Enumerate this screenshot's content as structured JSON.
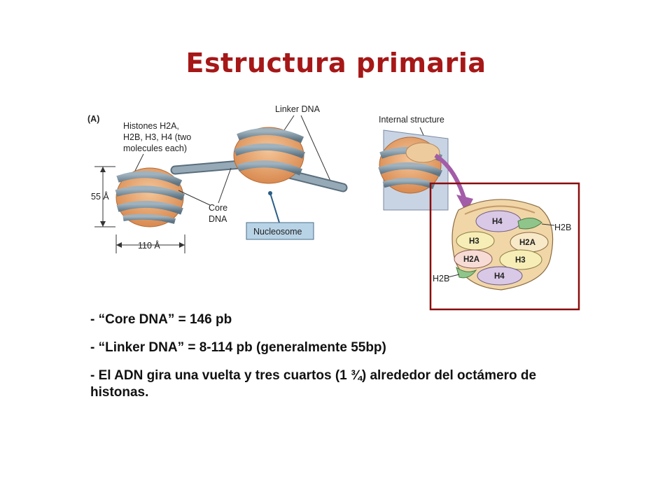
{
  "title": "Estructura primaria",
  "figure": {
    "panel_label": "(A)",
    "histones_label": [
      "Histones H2A,",
      "H2B, H3, H4 (two",
      "molecules each)"
    ],
    "linker_label": "Linker DNA",
    "dim_height": "55 Å",
    "dim_width": "110 Å",
    "core_label": [
      "Core",
      "DNA"
    ],
    "nucleosome_label": "Nucleosome",
    "internal_label": "Internal structure",
    "histone_labels": {
      "h4_top": "H4",
      "h3_left": "H3",
      "h2a_right": "H2A",
      "h2a_left": "H2A",
      "h3_right": "H3",
      "h4_bottom": "H4",
      "h2b_right": "H2B",
      "h2b_left": "H2B"
    },
    "colors": {
      "histone_core": "#e9a872",
      "dna": "#7f95a4",
      "highlight_box": "#8b0c0c",
      "arrow": "#a35ca8"
    }
  },
  "bullets": [
    "- “Core DNA” = 146 pb",
    "- “Linker DNA” = 8-114 pb (generalmente 55bp)",
    "- El ADN gira una vuelta y tres cuartos (1 ¾) alrededor del octámero de histonas."
  ]
}
